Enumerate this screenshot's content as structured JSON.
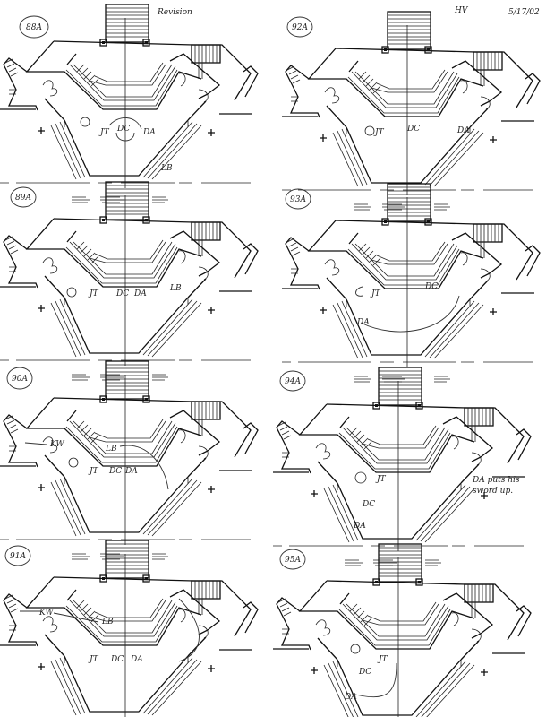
{
  "page": {
    "revision_note": "Revision",
    "initials": "HV",
    "date": "5/17/02",
    "footnote": "DA puts his sword up."
  },
  "panels": [
    {
      "id": "88A",
      "actors": [
        "JT",
        "DC",
        "DA",
        "LB"
      ]
    },
    {
      "id": "92A",
      "actors": [
        "JT",
        "DC",
        "DA"
      ]
    },
    {
      "id": "89A",
      "actors": [
        "JT",
        "DC",
        "DA",
        "LB"
      ]
    },
    {
      "id": "93A",
      "actors": [
        "JT",
        "DC",
        "DA"
      ]
    },
    {
      "id": "90A",
      "actors": [
        "KW",
        "LB",
        "JT",
        "DC",
        "DA"
      ]
    },
    {
      "id": "94A",
      "actors": [
        "JT",
        "DC",
        "DA"
      ]
    },
    {
      "id": "91A",
      "actors": [
        "KW",
        "LB",
        "JT",
        "DC",
        "DA"
      ]
    },
    {
      "id": "95A",
      "actors": [
        "JT",
        "DC",
        "DA"
      ]
    }
  ]
}
